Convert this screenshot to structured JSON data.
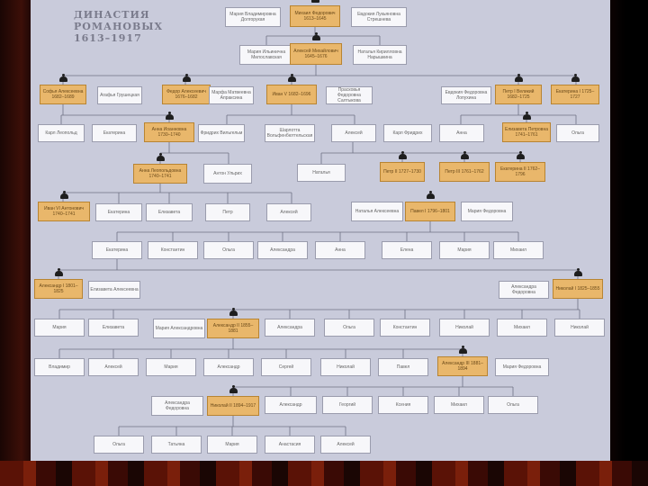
{
  "title": [
    "ДИНАСТИЯ",
    "РОМАНОВЫХ",
    "1613–1917"
  ],
  "colors": {
    "tsar": "#e9b76b",
    "member": "#f7f7fa",
    "panel": "#c9cbdb"
  },
  "boxes": [
    {
      "id": "b1",
      "t": "Мария Владимировна Долгорукая",
      "k": "m"
    },
    {
      "id": "b2",
      "t": "Михаил Федорович 1613–1645",
      "k": "t"
    },
    {
      "id": "b3",
      "t": "Евдокия Лукьяновна Стрешнева",
      "k": "m"
    },
    {
      "id": "b4",
      "t": "Мария Ильинична Милославская",
      "k": "m"
    },
    {
      "id": "b5",
      "t": "Алексей Михайлович 1645–1676",
      "k": "t"
    },
    {
      "id": "b6",
      "t": "Наталья Кирилловна Нарышкина",
      "k": "m"
    },
    {
      "id": "b7",
      "t": "Софья Алексеевна 1682–1689",
      "k": "t"
    },
    {
      "id": "b8",
      "t": "Агафья Грушецкая",
      "k": "m"
    },
    {
      "id": "b9",
      "t": "Федор Алексеевич 1676–1682",
      "k": "t"
    },
    {
      "id": "b10",
      "t": "Марфа Матвеевна Апраксина",
      "k": "m"
    },
    {
      "id": "b11",
      "t": "Иван V 1682–1696",
      "k": "t"
    },
    {
      "id": "b12",
      "t": "Прасковья Федоровна Салтыкова",
      "k": "m"
    },
    {
      "id": "b13",
      "t": "Евдокия Федоровна Лопухина",
      "k": "m"
    },
    {
      "id": "b14",
      "t": "Петр I Великий 1682–1725",
      "k": "t"
    },
    {
      "id": "b15",
      "t": "Екатерина I 1725–1727",
      "k": "t"
    },
    {
      "id": "b16",
      "t": "Карл Леопольд",
      "k": "m"
    },
    {
      "id": "b17",
      "t": "Екатерина",
      "k": "m"
    },
    {
      "id": "b18",
      "t": "Анна Иоанновна 1730–1740",
      "k": "t"
    },
    {
      "id": "b19",
      "t": "Фридрих Вильгельм",
      "k": "m"
    },
    {
      "id": "b20",
      "t": "Шарлотта Вольфенбюттельская",
      "k": "m"
    },
    {
      "id": "b21",
      "t": "Алексей",
      "k": "m"
    },
    {
      "id": "b22",
      "t": "Карл Фридрих",
      "k": "m"
    },
    {
      "id": "b23",
      "t": "Анна",
      "k": "m"
    },
    {
      "id": "b24",
      "t": "Елизавета Петровна 1741–1761",
      "k": "t"
    },
    {
      "id": "b25",
      "t": "Ольга",
      "k": "m"
    },
    {
      "id": "b26",
      "t": "Анна Леопольдовна 1740–1741",
      "k": "t"
    },
    {
      "id": "b27",
      "t": "Антон Ульрих",
      "k": "m"
    },
    {
      "id": "b28",
      "t": "Наталья",
      "k": "m"
    },
    {
      "id": "b29",
      "t": "Петр II 1727–1730",
      "k": "t"
    },
    {
      "id": "b30",
      "t": "Петр III 1761–1762",
      "k": "t"
    },
    {
      "id": "b31",
      "t": "Екатерина II 1762–1796",
      "k": "t"
    },
    {
      "id": "b32",
      "t": "Иван VI Антонович 1740–1741",
      "k": "t"
    },
    {
      "id": "b33",
      "t": "Екатерина",
      "k": "m"
    },
    {
      "id": "b34",
      "t": "Елизавета",
      "k": "m"
    },
    {
      "id": "b35",
      "t": "Петр",
      "k": "m"
    },
    {
      "id": "b36",
      "t": "Алексей",
      "k": "m"
    },
    {
      "id": "b37",
      "t": "Наталья Алексеевна",
      "k": "m"
    },
    {
      "id": "b38",
      "t": "Павел I 1796–1801",
      "k": "t"
    },
    {
      "id": "b39",
      "t": "Мария Федоровна",
      "k": "m"
    },
    {
      "id": "b40",
      "t": "Екатерина",
      "k": "m"
    },
    {
      "id": "b41",
      "t": "Константин",
      "k": "m"
    },
    {
      "id": "b42",
      "t": "Ольга",
      "k": "m"
    },
    {
      "id": "b43",
      "t": "Александра",
      "k": "m"
    },
    {
      "id": "b44",
      "t": "Анна",
      "k": "m"
    },
    {
      "id": "b45",
      "t": "Елена",
      "k": "m"
    },
    {
      "id": "b46",
      "t": "Мария",
      "k": "m"
    },
    {
      "id": "b47",
      "t": "Михаил",
      "k": "m"
    },
    {
      "id": "b48",
      "t": "Александр I 1801–1825",
      "k": "t"
    },
    {
      "id": "b49",
      "t": "Елизавета Алексеевна",
      "k": "m"
    },
    {
      "id": "b50",
      "t": "Александра Федоровна",
      "k": "m"
    },
    {
      "id": "b51",
      "t": "Николай I 1825–1855",
      "k": "t"
    },
    {
      "id": "b52",
      "t": "Мария",
      "k": "m"
    },
    {
      "id": "b53",
      "t": "Елизавета",
      "k": "m"
    },
    {
      "id": "b54",
      "t": "Мария Александровна",
      "k": "m"
    },
    {
      "id": "b55",
      "t": "Александр II 1855–1881",
      "k": "t"
    },
    {
      "id": "b56",
      "t": "Александра",
      "k": "m"
    },
    {
      "id": "b57",
      "t": "Ольга",
      "k": "m"
    },
    {
      "id": "b58",
      "t": "Константин",
      "k": "m"
    },
    {
      "id": "b59",
      "t": "Николай",
      "k": "m"
    },
    {
      "id": "b60",
      "t": "Михаил",
      "k": "m"
    },
    {
      "id": "b61",
      "t": "Николай",
      "k": "m"
    },
    {
      "id": "b62",
      "t": "Владимир",
      "k": "m"
    },
    {
      "id": "b63",
      "t": "Алексей",
      "k": "m"
    },
    {
      "id": "b64",
      "t": "Мария",
      "k": "m"
    },
    {
      "id": "b65",
      "t": "Александр",
      "k": "m"
    },
    {
      "id": "b66",
      "t": "Сергей",
      "k": "m"
    },
    {
      "id": "b67",
      "t": "Николай",
      "k": "m"
    },
    {
      "id": "b68",
      "t": "Павел",
      "k": "m"
    },
    {
      "id": "b69",
      "t": "Александр III 1881–1894",
      "k": "t"
    },
    {
      "id": "b70",
      "t": "Мария Федоровна",
      "k": "m"
    },
    {
      "id": "b71",
      "t": "Александра Федоровна",
      "k": "m"
    },
    {
      "id": "b72",
      "t": "Николай II 1894–1917",
      "k": "t"
    },
    {
      "id": "b73",
      "t": "Александр",
      "k": "m"
    },
    {
      "id": "b74",
      "t": "Георгий",
      "k": "m"
    },
    {
      "id": "b75",
      "t": "Ксения",
      "k": "m"
    },
    {
      "id": "b76",
      "t": "Михаил",
      "k": "m"
    },
    {
      "id": "b77",
      "t": "Ольга",
      "k": "m"
    },
    {
      "id": "b78",
      "t": "Ольга",
      "k": "m"
    },
    {
      "id": "b79",
      "t": "Татьяна",
      "k": "m"
    },
    {
      "id": "b80",
      "t": "Мария",
      "k": "m"
    },
    {
      "id": "b81",
      "t": "Анастасия",
      "k": "m"
    },
    {
      "id": "b82",
      "t": "Алексей",
      "k": "m"
    }
  ]
}
